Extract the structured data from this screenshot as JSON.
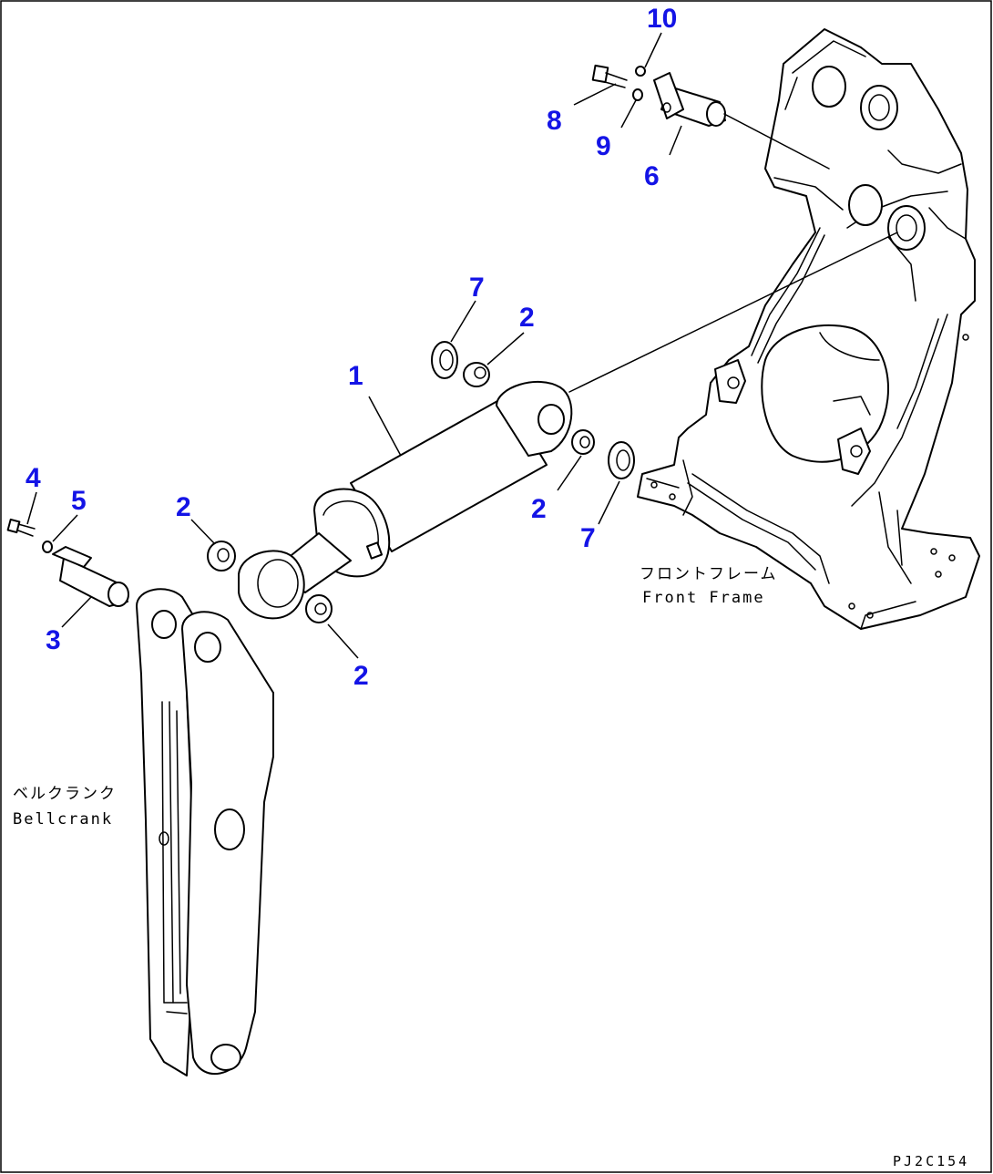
{
  "labels": {
    "front_frame_jp": "フロントフレーム",
    "front_frame_en": "Front Frame",
    "bellcrank_jp": "ベルクランク",
    "bellcrank_en": "Bellcrank",
    "drawing_code": "PJ2C154"
  },
  "callouts": [
    {
      "id": "c10",
      "text": "10"
    },
    {
      "id": "c8",
      "text": "8"
    },
    {
      "id": "c9",
      "text": "9"
    },
    {
      "id": "c6",
      "text": "6"
    },
    {
      "id": "c7a",
      "text": "7"
    },
    {
      "id": "c2a",
      "text": "2"
    },
    {
      "id": "c1",
      "text": "1"
    },
    {
      "id": "c4",
      "text": "4"
    },
    {
      "id": "c5",
      "text": "5"
    },
    {
      "id": "c2b",
      "text": "2"
    },
    {
      "id": "c3",
      "text": "3"
    },
    {
      "id": "c2c",
      "text": "2"
    },
    {
      "id": "c7b",
      "text": "7"
    },
    {
      "id": "c2d",
      "text": "2"
    }
  ],
  "colors": {
    "callout": "#1414e6",
    "line": "#000000",
    "background": "#ffffff"
  }
}
